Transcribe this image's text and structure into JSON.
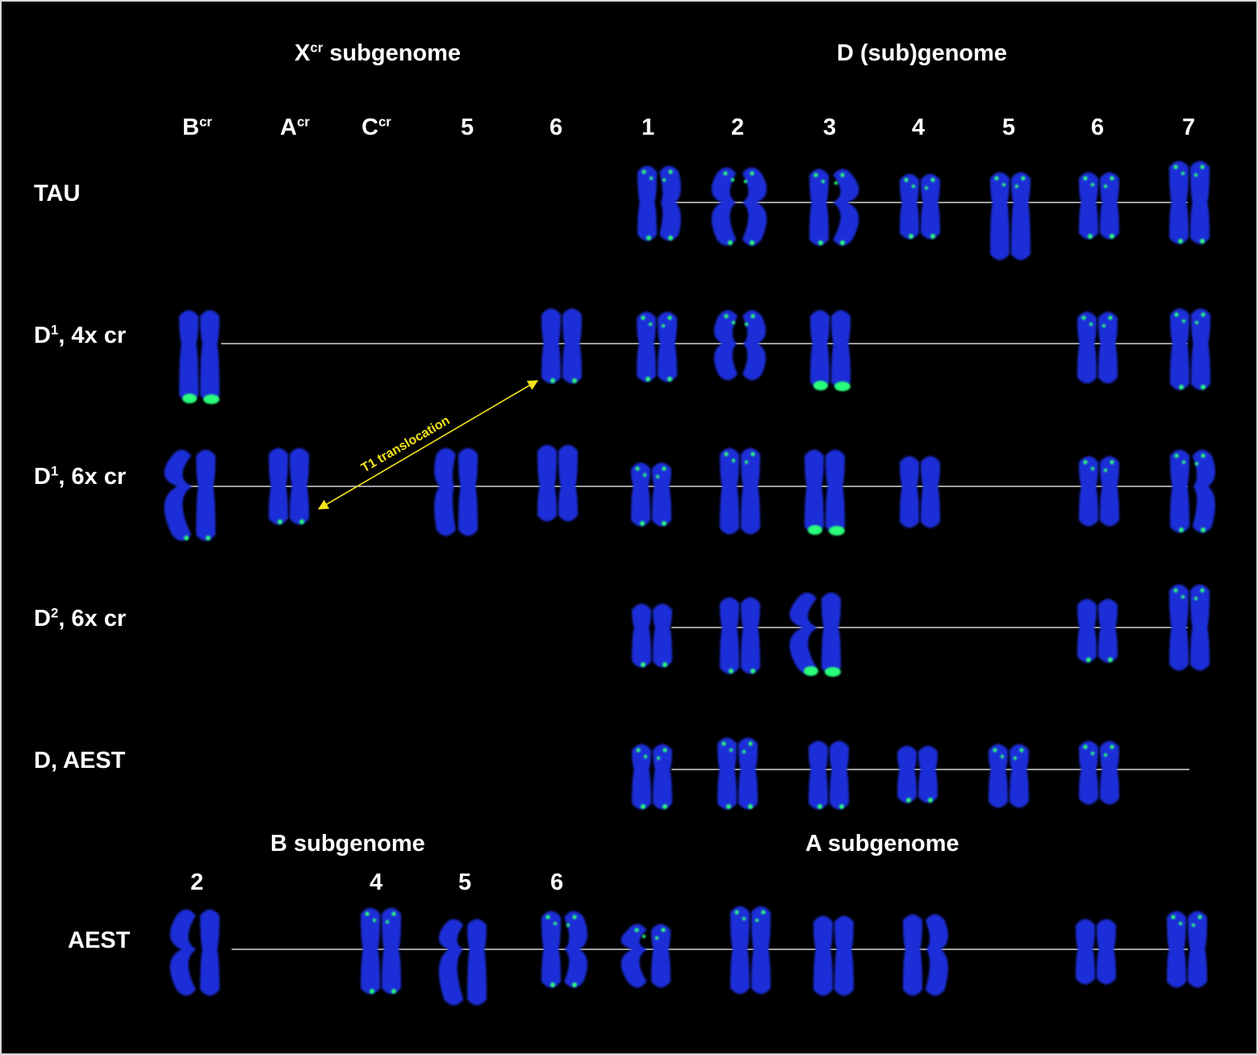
{
  "headers": {
    "xcr_base": "X",
    "xcr_sup": "cr",
    "xcr_rest": " subgenome",
    "d_subgenome": "D (sub)genome",
    "b_subgenome": "B subgenome",
    "a_subgenome": "A subgenome"
  },
  "columns": {
    "xcr": [
      {
        "base": "B",
        "sup": "cr"
      },
      {
        "base": "A",
        "sup": "cr"
      },
      {
        "base": "C",
        "sup": "cr"
      },
      {
        "base": "5",
        "sup": ""
      },
      {
        "base": "6",
        "sup": ""
      }
    ],
    "d": [
      "1",
      "2",
      "3",
      "4",
      "5",
      "6",
      "7"
    ],
    "b": [
      "2",
      "4",
      "5",
      "6"
    ]
  },
  "rows": [
    {
      "base": "TAU",
      "sup": "",
      "rest": ""
    },
    {
      "base": "D",
      "sup": "1",
      "rest": ", 4x cr"
    },
    {
      "base": "D",
      "sup": "1",
      "rest": ", 6x cr"
    },
    {
      "base": "D",
      "sup": "2",
      "rest": ", 6x cr"
    },
    {
      "base": "D",
      "sup": "",
      "rest": ", AEST"
    },
    {
      "base": "AEST",
      "sup": "",
      "rest": ""
    }
  ],
  "annotation": {
    "text": "T1 translocation",
    "color": "#f2e21b"
  },
  "colors": {
    "background": "#000000",
    "chromosome": "#1f2fd8",
    "fish_signal": "#2bff7a",
    "guide_line": "#ffffff"
  }
}
